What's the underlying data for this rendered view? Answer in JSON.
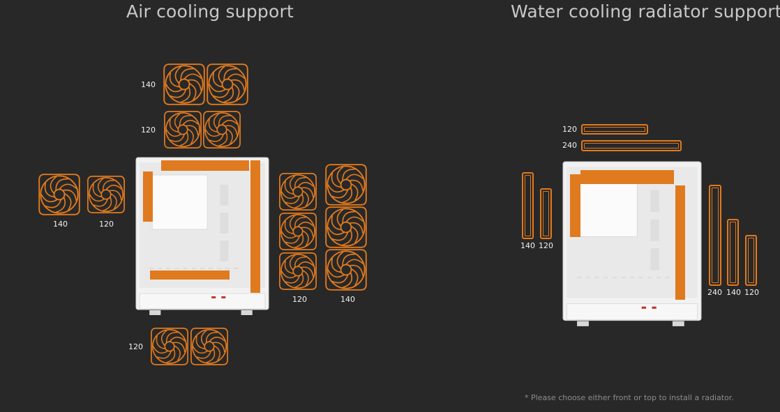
{
  "sections": {
    "air": {
      "title": "Air cooling support",
      "labels": {
        "top_140": "140",
        "top_120": "120",
        "rear_140": "140",
        "rear_120": "120",
        "front_120": "120",
        "front_140": "140",
        "bottom_120": "120"
      }
    },
    "water": {
      "title": "Water cooling radiator support",
      "labels": {
        "top_120": "120",
        "top_240": "240",
        "rear_140": "140",
        "rear_120": "120",
        "front_240": "240",
        "front_140": "140",
        "front_120": "120"
      },
      "footnote": "* Please choose either front or top to install a radiator."
    }
  },
  "colors": {
    "background": "#282828",
    "accent": "#e07a1f",
    "title": "#c8c8c8",
    "case": "#f2f2f2"
  },
  "icons": {
    "fan": "fan-icon",
    "radiator": "radiator-icon",
    "case": "pc-case-icon"
  }
}
